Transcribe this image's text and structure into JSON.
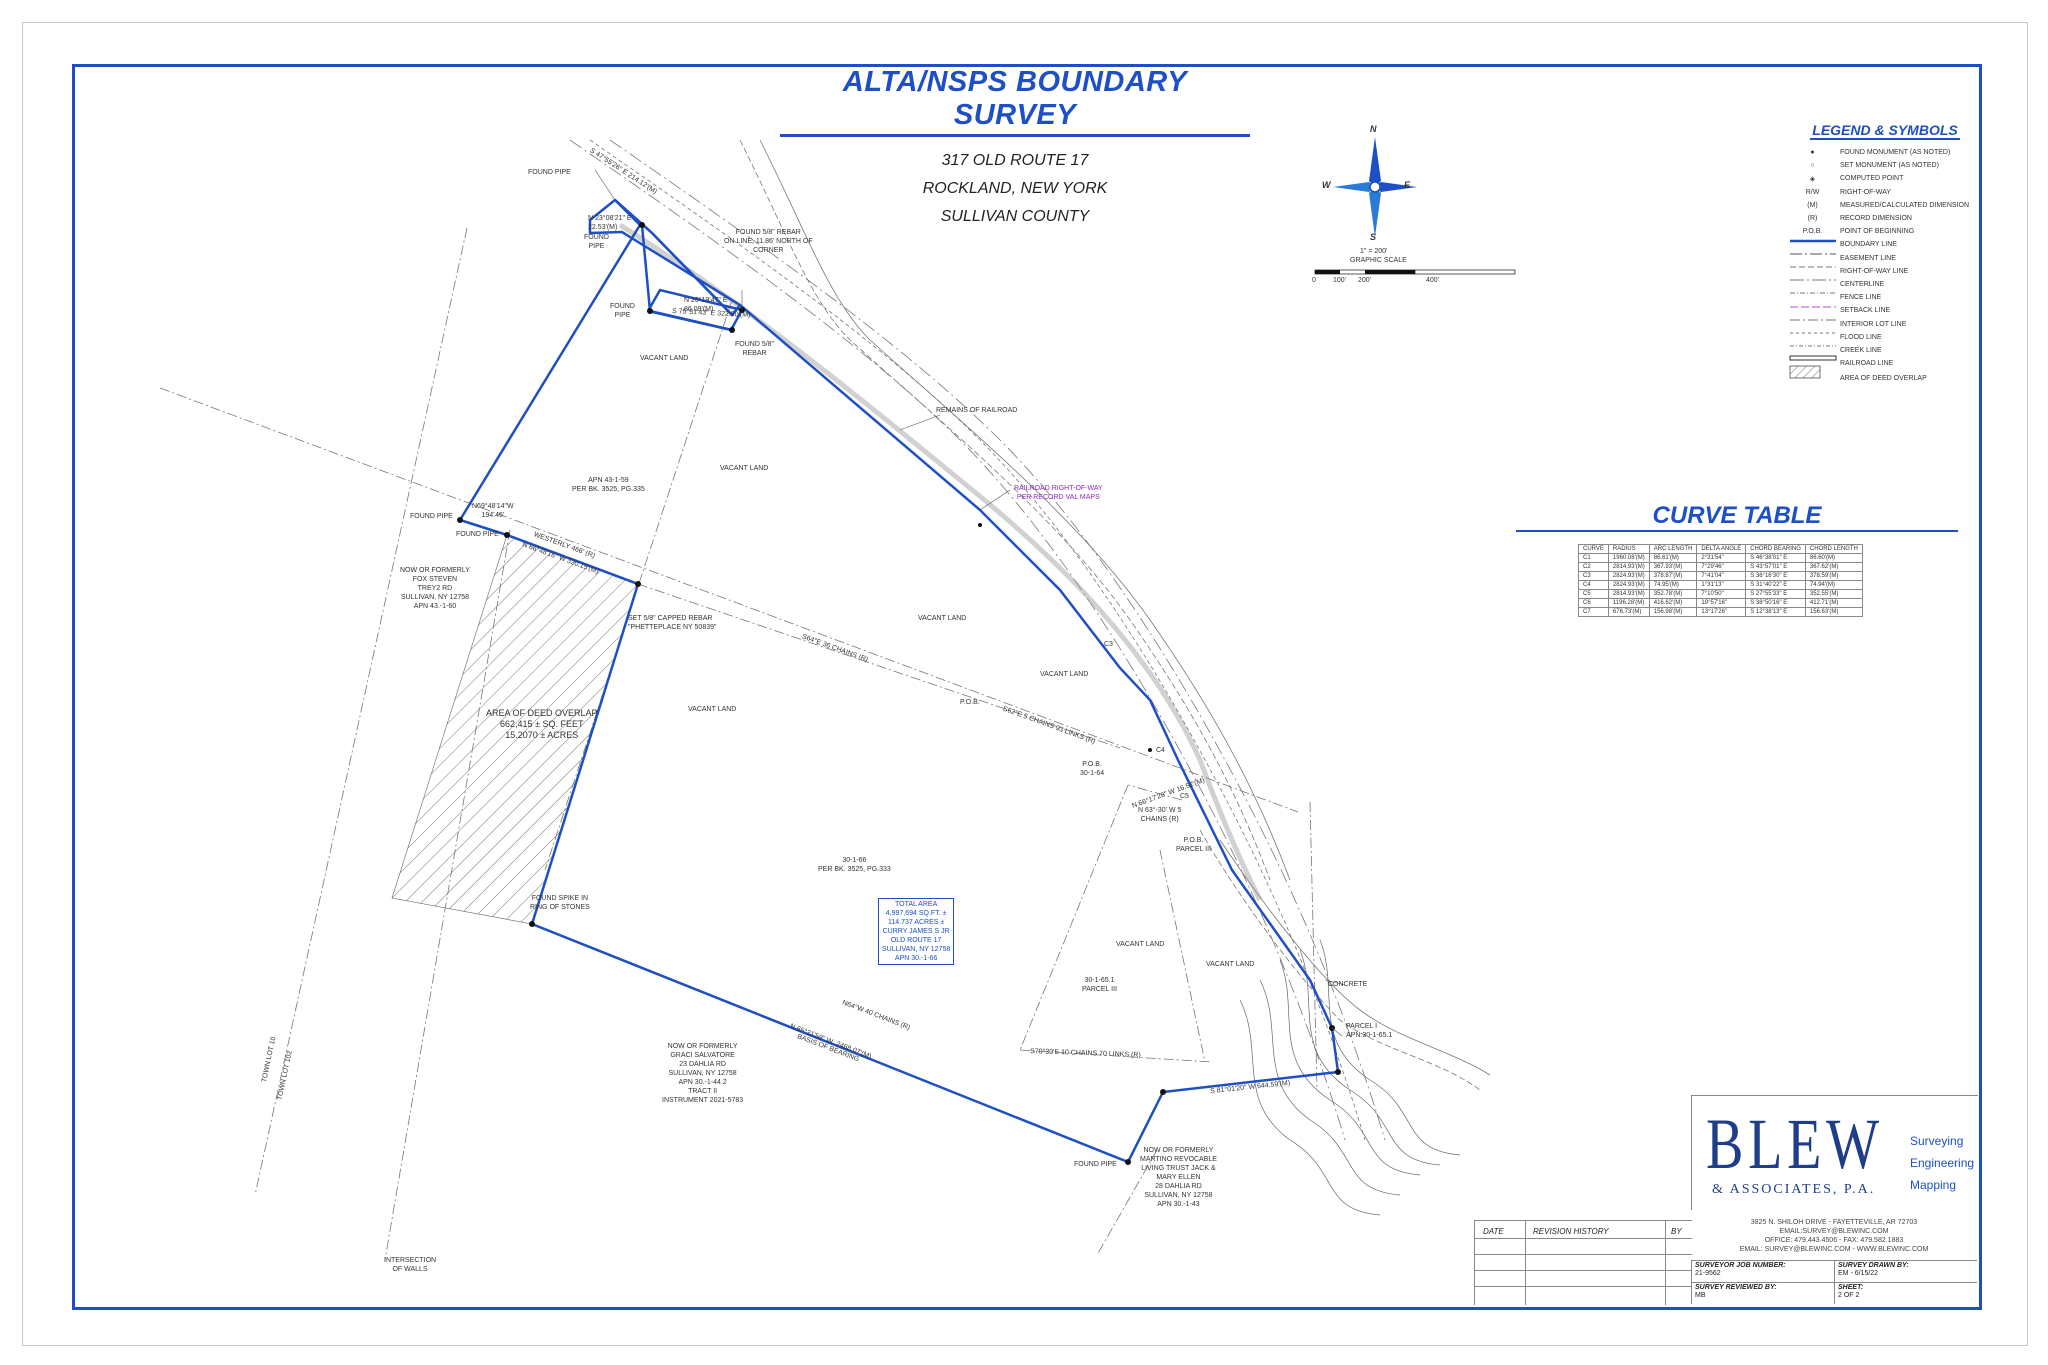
{
  "title": "ALTA/NSPS BOUNDARY SURVEY",
  "subtitle": [
    "317 OLD ROUTE 17",
    "ROCKLAND, NEW YORK",
    "SULLIVAN COUNTY"
  ],
  "compass": {
    "n": "N",
    "s": "S",
    "e": "E",
    "w": "W"
  },
  "scale": {
    "ratio": "1\" = 200'",
    "caption": "GRAPHIC SCALE",
    "t0": "0",
    "t1": "100'",
    "t2": "200'",
    "t3": "400'"
  },
  "legend": {
    "title": "LEGEND & SYMBOLS",
    "items": [
      {
        "sym": "●",
        "label": "FOUND MONUMENT (AS NOTED)"
      },
      {
        "sym": "○",
        "label": "SET MONUMENT (AS NOTED)"
      },
      {
        "sym": "◈",
        "label": "COMPUTED POINT"
      },
      {
        "sym": "R/W",
        "label": "RIGHT-OF-WAY"
      },
      {
        "sym": "(M)",
        "label": "MEASURED/CALCULATED DIMENSION"
      },
      {
        "sym": "(R)",
        "label": "RECORD DIMENSION"
      },
      {
        "sym": "P.O.B.",
        "label": "POINT OF BEGINNING"
      },
      {
        "sym": "line-boundary",
        "label": "BOUNDARY LINE"
      },
      {
        "sym": "line-easement",
        "label": "EASEMENT LINE"
      },
      {
        "sym": "line-row",
        "label": "RIGHT-OF-WAY LINE"
      },
      {
        "sym": "line-center",
        "label": "CENTERLINE"
      },
      {
        "sym": "line-fence",
        "label": "FENCE LINE"
      },
      {
        "sym": "line-setback",
        "label": "SETBACK LINE"
      },
      {
        "sym": "line-interior",
        "label": "INTERIOR LOT LINE"
      },
      {
        "sym": "line-flood",
        "label": "FLOOD LINE"
      },
      {
        "sym": "line-creek",
        "label": "CREEK LINE"
      },
      {
        "sym": "line-rail",
        "label": "RAILROAD LINE"
      },
      {
        "sym": "hatch",
        "label": "AREA OF DEED OVERLAP"
      }
    ]
  },
  "curve_table": {
    "title": "CURVE TABLE",
    "headers": [
      "CURVE",
      "RADIUS",
      "ARC LENGTH",
      "DELTA ANGLE",
      "CHORD BEARING",
      "CHORD LENGTH"
    ],
    "rows": [
      [
        "C1",
        "1960.08'(M)",
        "86.61'(M)",
        "2°31'54\"",
        "S 46°38'01\" E",
        "86.60'(M)"
      ],
      [
        "C2",
        "2814.93'(M)",
        "367.93'(M)",
        "7°29'46\"",
        "S 43°57'01\" E",
        "367.62'(M)"
      ],
      [
        "C3",
        "2824.93'(M)",
        "378.87'(M)",
        "7°41'04\"",
        "S 36°16'30\" E",
        "378.59'(M)"
      ],
      [
        "C4",
        "2824.93'(M)",
        "74.95'(M)",
        "1°31'13\"",
        "S 31°40'22\" E",
        "74.94'(M)"
      ],
      [
        "C5",
        "2814.93'(M)",
        "352.78'(M)",
        "7°10'50\"",
        "S 27°55'33\" E",
        "352.55'(M)"
      ],
      [
        "C6",
        "1196.28'(M)",
        "416.62'(M)",
        "19°57'16\"",
        "S 38°50'16\" E",
        "412.71'(M)"
      ],
      [
        "C7",
        "676.73'(M)",
        "156.98'(M)",
        "13°17'26\"",
        "S 12°38'13\" E",
        "156.63'(M)"
      ]
    ]
  },
  "labels": {
    "found_pipe_top": "FOUND PIPE",
    "bearing_top": "S 47°55'26\" E  214.12'(M)",
    "n23": "N 23°08'21\" E\n22.53'(M)",
    "found_pipe2": "FOUND\nPIPE",
    "found_rebar_note": "FOUND 5/8\" REBAR\nON LINE, 11.86' NORTH OF\nCORNER",
    "found_pipe3": "FOUND\nPIPE",
    "n20": "N 20°19'47\" E\n86.09'(M)",
    "s75": "S 75°51'43\" E  322.50'(M)",
    "found_rebar2": "FOUND 5/8\"\nREBAR",
    "vacant1": "VACANT LAND",
    "vacant2": "VACANT LAND",
    "vacant3": "VACANT LAND",
    "vacant4": "VACANT LAND",
    "vacant5": "VACANT LAND",
    "vacant6": "VACANT LAND",
    "vacant7": "VACANT LAND",
    "remains": "REMAINS OF RAILROAD",
    "rr_row": "RAILROAD RIGHT-OF-WAY\nPER RECORD VAL MAPS",
    "apn_359": "APN 43-1-59\nPER BK. 3525, PG.335",
    "found_pipe_left": "FOUND PIPE",
    "found_pipe_left2": "FOUND PIPE",
    "n69": "N69°48'14\"W\n194.45'",
    "westerly": "WESTERLY 466' (R)",
    "n_bearing2": "N 66°48'16\" W  320.15'(M)",
    "fox": "NOW OR FORMERLY\nFOX STEVEN\nTREY2 RD\nSULLIVAN, NY 12758\nAPN 43.-1-60",
    "set_rebar": "SET 5/8\" CAPPED REBAR\n\"PHETTEPLACE NY 50839\"",
    "deed_overlap": "AREA OF DEED OVERLAP\n662,415 ± SQ. FEET\n15.2070 ± ACRES",
    "s64": "S64°E 36 CHAINS (R)",
    "pob1": "P.O.B.",
    "s62": "S62°E 5 CHAINS 93 LINKS (R)",
    "pob2": "P.O.B.\n30-1-64",
    "n66": "N 66°17'28\" W  16.52'(M)",
    "n63": "N 63°-30' W 5\nCHAINS (R)",
    "pob3": "P.O.B.\nPARCEL III",
    "apn_66": "30-1-66\nPER BK. 3525, PG.333",
    "total_area": "TOTAL AREA\n4,997,694 SQ.FT. ±\n114.737 ACRES ±\nCURRY JAMES S JR\nOLD ROUTE 17\nSULLIVAN, NY 12758\nAPN 30.-1-66",
    "found_spike": "FOUND SPIKE IN\nRING OF STONES",
    "s70": "S70°30'E 10 CHAINS 70 LINKS (R)",
    "parcel3": "30-1-65.1\nPARCEL III",
    "concrete": "CONCRETE",
    "parcel1": "PARCEL I\nAPN:30-1-65.1",
    "graci": "NOW OR FORMERLY\nGRACI SALVATORE\n23 DAHLIA RD\nSULLIVAN, NY 12758\nAPN 30.-1-44.2\nTRACT II\nINSTRUMENT 2021-5783",
    "n64": "N64°W 40 CHAINS (R)",
    "basis": "N 65°21'59\" W  2468.07'(M)\nBASIS OF BEARING",
    "s81": "S 81°01'20\" W  644.59'(M)",
    "martino": "NOW OR FORMERLY\nMARTINO REVOCABLE\nLIVING TRUST JACK &\nMARY ELLEN\n28 DAHLIA RD\nSULLIVAN, NY 12758\nAPN 30.-1-43",
    "found_pipe_bottom": "FOUND PIPE",
    "intersection": "INTERSECTION\nOF WALLS",
    "town_lot_10": "TOWN LOT 10",
    "town_lot_102": "TOWN LOT 102",
    "curve_c3": "C3",
    "curve_c4": "C4",
    "curve_c5": "C5"
  },
  "logo": {
    "word": "BLEW",
    "sub": "& ASSOCIATES, P.A.",
    "services": [
      "Surveying",
      "Engineering",
      "Mapping"
    ],
    "address": [
      "3825 N. SHILOH DRIVE - FAYETTEVILLE, AR 72703",
      "EMAIL:SURVEY@BLEWINC.COM",
      "OFFICE: 479.443.4506 - FAX: 479.582.1883",
      "EMAIL: SURVEY@BLEWINC.COM - WWW.BLEWINC.COM"
    ]
  },
  "revision": {
    "date": "DATE",
    "history": "REVISION HISTORY",
    "by": "BY"
  },
  "info": {
    "job_label": "SURVEYOR JOB NUMBER:",
    "job_val": "21-9562",
    "drawn_label": "SURVEY DRAWN BY:",
    "drawn_val": "EM - 6/15/22",
    "reviewed_label": "SURVEY REVIEWED BY:",
    "reviewed_val": "MB",
    "sheet_label": "SHEET:",
    "sheet_val": "2 OF 2"
  },
  "colors": {
    "boundary": "#1e4fc4",
    "accent": "#1e4fc4",
    "purple": "#8a2bb5"
  }
}
